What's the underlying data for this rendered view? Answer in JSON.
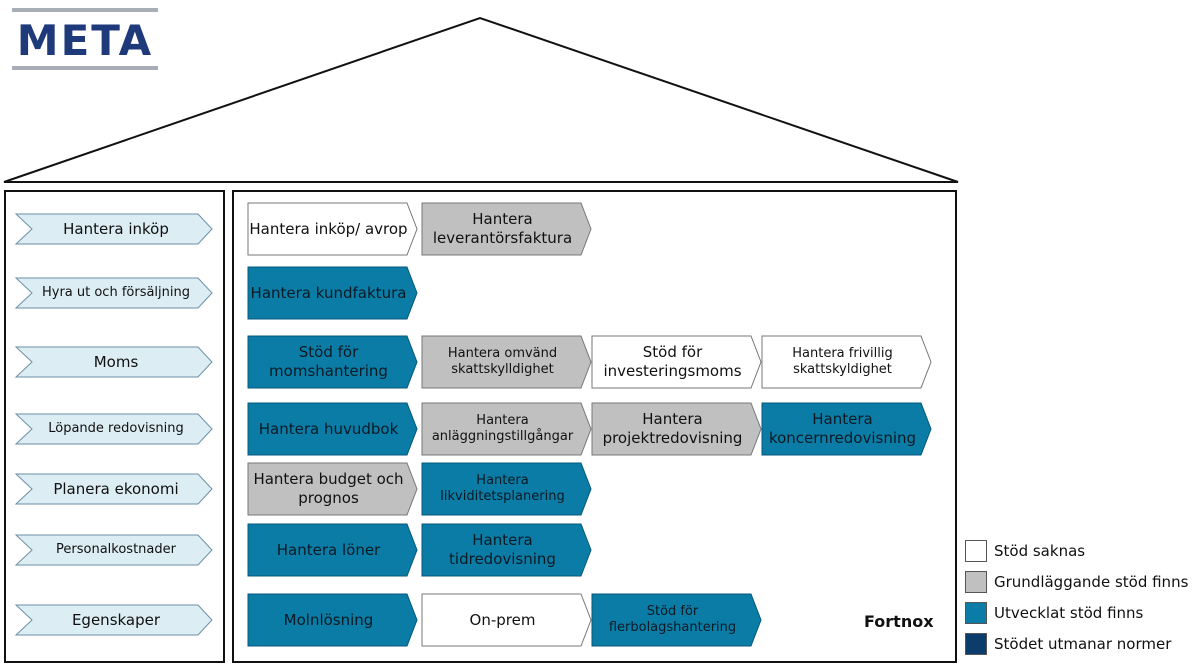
{
  "brand": {
    "logo_text": "META"
  },
  "colors": {
    "none": "#ffffff",
    "basic": "#c0c0c0",
    "developed": "#0b7ca5",
    "challenging": "#0b3c6b"
  },
  "categories": [
    "Hantera inköp",
    "Hyra ut och försäljning",
    "Moms",
    "Löpande redovisning",
    "Planera ekonomi",
    "Personalkostnader",
    "Egenskaper"
  ],
  "rows": [
    [
      {
        "text": "Hantera inköp/ avrop",
        "level": "none"
      },
      {
        "text": "Hantera leverantörsfaktura",
        "level": "basic"
      }
    ],
    [
      {
        "text": "Hantera kundfaktura",
        "level": "developed"
      }
    ],
    [
      {
        "text": "Stöd för momshantering",
        "level": "developed"
      },
      {
        "text": "Hantera omvänd skattskylldighet",
        "level": "basic"
      },
      {
        "text": "Stöd för investeringsmoms",
        "level": "none"
      },
      {
        "text": "Hantera frivillig skattskyldighet",
        "level": "none"
      }
    ],
    [
      {
        "text": "Hantera huvudbok",
        "level": "developed"
      },
      {
        "text": "Hantera anläggningstillgångar",
        "level": "basic"
      },
      {
        "text": "Hantera projektredovisning",
        "level": "basic"
      },
      {
        "text": "Hantera koncernredovisning",
        "level": "developed"
      }
    ],
    [
      {
        "text": "Hantera budget och prognos",
        "level": "basic"
      },
      {
        "text": "Hantera likviditetsplanering",
        "level": "developed"
      }
    ],
    [
      {
        "text": "Hantera löner",
        "level": "developed"
      },
      {
        "text": "Hantera tidredovisning",
        "level": "developed"
      }
    ],
    [
      {
        "text": "Molnlösning",
        "level": "developed"
      },
      {
        "text": "On-prem",
        "level": "none"
      },
      {
        "text": "Stöd för flerbolagshantering",
        "level": "developed"
      }
    ]
  ],
  "legend": [
    {
      "label": "Stöd saknas",
      "level": "none"
    },
    {
      "label": "Grundläggande stöd finns",
      "level": "basic"
    },
    {
      "label": "Utvecklat stöd finns",
      "level": "developed"
    },
    {
      "label": "Stödet utmanar normer",
      "level": "challenging"
    }
  ],
  "footer_label": "Fortnox"
}
